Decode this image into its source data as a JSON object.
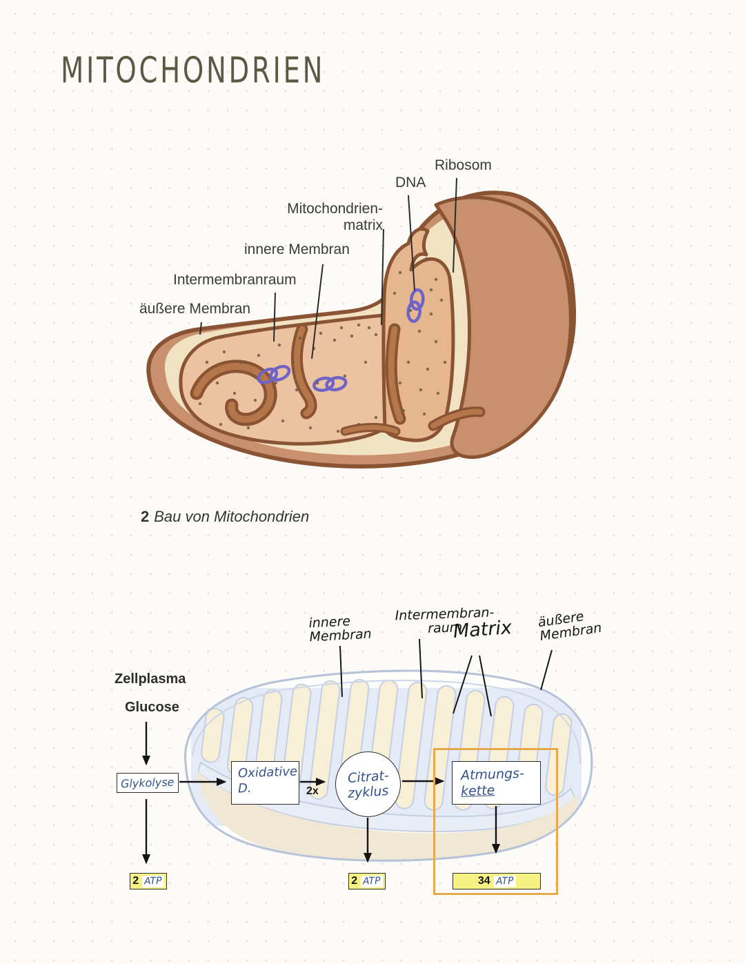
{
  "title": "MITOCHONDRIEN",
  "figure1": {
    "labels": {
      "ribosom": "Ribosom",
      "dna": "DNA",
      "matrix1": "Mitochondrien-",
      "matrix2": "matrix",
      "innere": "innere Membran",
      "intermembran": "Intermembranraum",
      "aussere": "äußere Membran"
    },
    "caption": {
      "number": "2",
      "text": "Bau von Mitochondrien"
    }
  },
  "figure2": {
    "labels": {
      "innere1": "innere",
      "innere2": "Membran",
      "intermembran1": "Intermembran-",
      "intermembran2": "raum",
      "matrix": "Matrix",
      "aussere1": "äußere",
      "aussere2": "Membran"
    },
    "flow": {
      "zellplasma": "Zellplasma",
      "glucose": "Glucose",
      "glykolyse": "Glykolyse",
      "oxidative1": "Oxidative",
      "oxidative2": "D.",
      "multiplier": "2x",
      "citrat1": "Citrat-",
      "citrat2": "zyklus",
      "atmung1": "Atmungs-",
      "atmung2": "kette"
    },
    "atp": {
      "glykolyse_value": "2",
      "glykolyse_unit": "ATP",
      "citrat_value": "2",
      "citrat_unit": "ATP",
      "atmung_value": "34",
      "atmung_unit": "ATP"
    }
  },
  "colors": {
    "pen_blue": "#33538a",
    "pen_black": "#161616",
    "highlight_orange": "#e8a84c",
    "atp_yellow": "#f6f183",
    "title_olive": "#5a5a44",
    "dna_purple": "#6f63c6",
    "mito_brown": "#c9906e",
    "mito_outline": "#8a5434",
    "mito_cream": "#f2e2c4",
    "mito_matrix": "#ecc3a0"
  }
}
